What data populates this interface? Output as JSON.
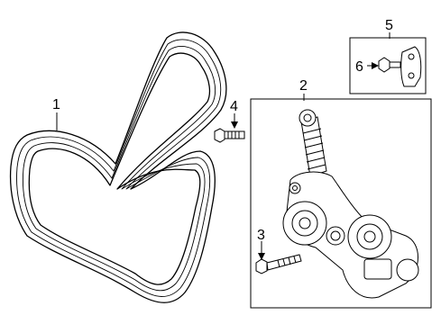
{
  "diagram": {
    "callouts": {
      "belt": "1",
      "tensioner_assembly": "2",
      "tensioner_bolt": "3",
      "idler_bolt": "4",
      "bracket_group": "5",
      "bracket_bolt": "6"
    }
  },
  "colors": {
    "line": "#000000",
    "background": "#ffffff"
  }
}
